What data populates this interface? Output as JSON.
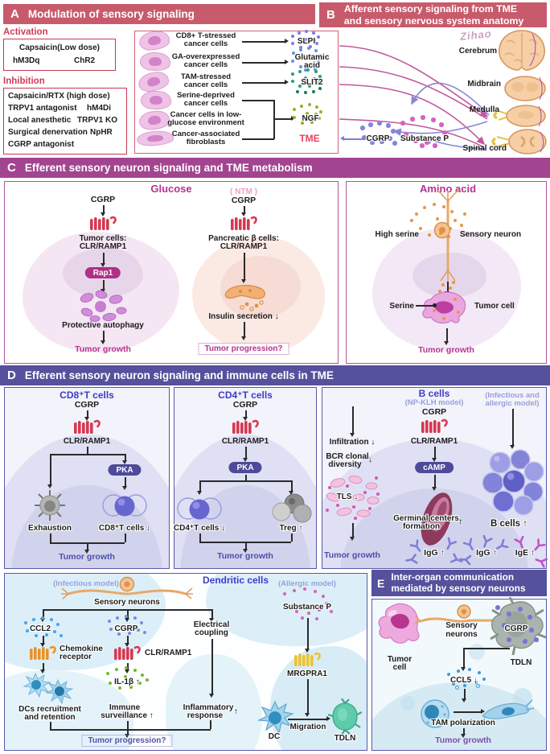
{
  "colors": {
    "header_rose": "#c75b6b",
    "header_magenta": "#a34491",
    "header_indigo": "#55519d",
    "accent_red": "#c43a52",
    "tme_red": "#e8455e",
    "magenta_text": "#b5338f",
    "ntm_pink": "#e8a0cc",
    "blue_violet_title": "#3c3ccc",
    "periwinkle_model": "#98a0dc",
    "indigo_growth": "#4d4da8",
    "purple_growth": "#7a4fa6",
    "slpi_dot": "#7b7be0",
    "glutamic_dot": "#5f92ea",
    "slit2_dot": "#28a06e",
    "ngf_dot": "#93b32d",
    "cgrp_dot": "#8585e0",
    "substancep_dot": "#d861c0",
    "ccl2_dot": "#4aa3e8",
    "il1b_dot": "#72b82e",
    "ccl5_dot": "#3f9ad8",
    "serine_dot": "#e8963c",
    "receptor_red": "#d63850",
    "receptor_orange": "#e8922a",
    "receptor_yellow": "#eec22c"
  },
  "panelA": {
    "letter": "A",
    "title": "Modulation of sensory signaling",
    "activation": {
      "title": "Activation",
      "line1": "Capsaicin(Low dose)",
      "left": "hM3Dq",
      "right": "ChR2"
    },
    "inhibition": {
      "title": "Inhibition",
      "row1l": "Capsaicin/RTX (high dose)",
      "row2l": "TRPV1 antagonist",
      "row2r": "hM4Di",
      "row3l": "Local anesthetic",
      "row3r": "TRPV1 KO",
      "row4l": "Surgical denervation",
      "row4r": "NpHR",
      "row5l": "CGRP antagonist"
    },
    "tme": {
      "cell1a": "CD8+ T-stressed",
      "cell1b": "cancer cells",
      "cell2a": "GA-overexpressed",
      "cell2b": "cancer cells",
      "cell3a": "TAM-stressed",
      "cell3b": "cancer cells",
      "cell4a": "Serine-deprived",
      "cell4b": "cancer cells",
      "cell5a": "Cancer cells in low-",
      "cell5b": "glucose environment",
      "cell6a": "Cancer-associated",
      "cell6b": "fibroblasts",
      "sig1": "SLPI",
      "sig2a": "Glutamic",
      "sig2b": "acid",
      "sig3": "SLIT2",
      "sig4": "NGF",
      "label": "TME"
    }
  },
  "panelB": {
    "letter": "B",
    "title1": "Afferent sensory signaling from TME",
    "title2": "and sensory nervous system anatomy",
    "cerebrum": "Cerebrum",
    "midbrain": "Midbrain",
    "medulla": "Medulla",
    "spinal": "Spinal cord",
    "cgrp": "CGRP",
    "substancep": "Substance P",
    "signature": "Zihao"
  },
  "panelC": {
    "letter": "C",
    "title": "Efferent sensory neuron signaling and TME metabolism",
    "glucose": {
      "title": "Glucose",
      "cgrp1": "CGRP",
      "tumor1": "Tumor cells:",
      "tumor2": "CLR/RAMP1",
      "rap1": "Rap1",
      "autophagy": "Protective autophagy",
      "growth": "Tumor growth",
      "ntm": "( NTM )",
      "cgrp2": "CGRP",
      "panc1": "Pancreatic β cells:",
      "panc2": "CLR/RAMP1",
      "insulin": "Insulin secretion ↓",
      "progression": "Tumor progression?"
    },
    "amino": {
      "title": "Amino acid",
      "high_serine": "High serine",
      "sensory": "Sensory neuron",
      "serine": "Serine",
      "tumor": "Tumor cell",
      "growth": "Tumor growth"
    }
  },
  "panelD": {
    "letter": "D",
    "title": "Efferent sensory neuron signaling and immune cells in TME",
    "cd8": {
      "title": "CD8⁺T cells",
      "cgrp": "CGRP",
      "receptor": "CLR/RAMP1",
      "pka": "PKA",
      "exhaustion": "Exhaustion",
      "cells": "CD8⁺T cells ↓",
      "growth": "Tumor growth"
    },
    "cd4": {
      "title": "CD4⁺T cells",
      "cgrp": "CGRP",
      "receptor": "CLR/RAMP1",
      "pka": "PKA",
      "cells": "CD4⁺T cells ↓",
      "treg": "Treg ↑",
      "growth": "Tumor growth"
    },
    "bcells": {
      "title": "B cells",
      "model": "(NP-KLH model)",
      "cgrp": "CGRP",
      "receptor": "CLR/RAMP1",
      "camp": "cAMP",
      "infiltration": "Infiltration ↓",
      "bcr1": "BCR clonal",
      "bcr2": "diversity",
      "bcr_arrow": "↓",
      "tls": "TLS ↓",
      "growth": "Tumor growth",
      "gc1": "Germinal centers",
      "gc2": "formation",
      "gc_arrow": "↑",
      "igg1": "IgG ↑",
      "model2a": "(Infectious and",
      "model2b": "allergic model)",
      "bup": "B cells ↑",
      "igg2": "IgG ↑",
      "ige": "IgE ↑"
    }
  },
  "dendritic": {
    "title": "Dendritic cells",
    "model1": "(Infectious model)",
    "sensory": "Sensory neurons",
    "ccl2": "CCL2",
    "chemo1": "Chemokine",
    "chemo2": "receptor",
    "dcs1": "DCs recruitment",
    "dcs2": "and retention",
    "cgrp": "CGRP",
    "clr": "CLR/RAMP1",
    "il1b": "IL-1β ↑",
    "imm1": "Immune",
    "imm2": "surveillance ↑",
    "elec1": "Electrical",
    "elec2": "coupling",
    "infl1": "Inflammatory",
    "infl2": "response",
    "infl_arrow": "↑",
    "progression": "Tumor progression?",
    "model2": "(Allergic model)",
    "subp": "Substance P",
    "mrgpra1": "MRGPRA1",
    "dc": "DC",
    "migration": "Migration",
    "tdln": "TDLN"
  },
  "panelE": {
    "letter": "E",
    "title1": "Inter-organ communication",
    "title2": "mediated by sensory neurons",
    "tumor1": "Tumor",
    "tumor2": "cell",
    "sens1": "Sensory",
    "sens2": "neurons",
    "cgrp": "CGRP",
    "tdln": "TDLN",
    "ccl5": "CCL5 ↓",
    "tam": "TAM polarization",
    "growth": "Tumor growth"
  }
}
